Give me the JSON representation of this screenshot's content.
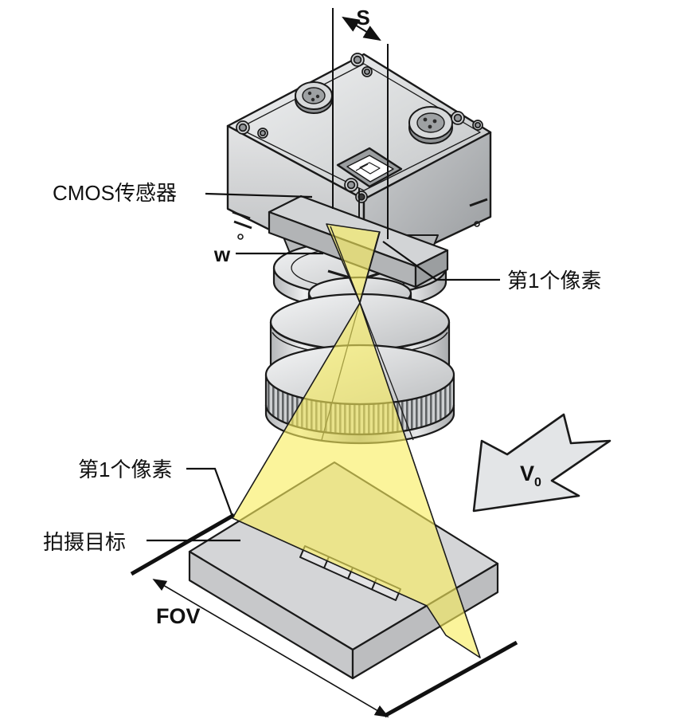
{
  "diagram": {
    "title_hint": "line-scan camera imaging geometry diagram",
    "labels": {
      "s": "S",
      "w": "w",
      "cmos": "CMOS传感器",
      "first_pixel_sensor": "第1个像素",
      "first_pixel_target": "第1个像素",
      "target": "拍摄目标",
      "fov": "FOV",
      "v_main": "V",
      "v_sub": "0"
    },
    "colors": {
      "beam_yellow": "#F8ED5D",
      "arrow_fill": "#E3E5E7",
      "box_top": "#D4D5D7",
      "outline": "#1A1A1A"
    }
  }
}
